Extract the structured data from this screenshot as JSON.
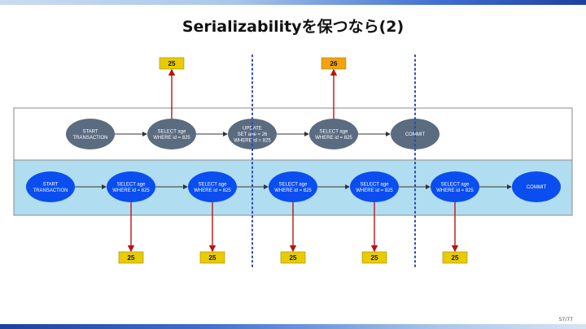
{
  "slide": {
    "title": "Serializabilityを保つなら(2)",
    "page": "57/77"
  },
  "colors": {
    "lane1_bg": "#ffffff",
    "lane2_bg": "#b0ddf0",
    "gray_node": "#5b6b80",
    "blue_node": "#0a4ef0",
    "value_box": "#e8cc00",
    "highlight_box": "#f2a30f",
    "red_arrow": "#b81414",
    "divider": "#2a47b8"
  },
  "diagram": {
    "top_lane": {
      "nodes": [
        [
          "START",
          "TRANSACTION"
        ],
        [
          "SELECT age",
          "WHERE id = 825"
        ],
        [
          "UPDATE",
          "SET age = 26",
          "WHERE id = 825"
        ],
        [
          "SELECT age",
          "WHERE id = 825"
        ],
        [
          "COMMIT"
        ]
      ],
      "reads": [
        {
          "node": 1,
          "value": "25",
          "highlight": false
        },
        {
          "node": 3,
          "value": "26",
          "highlight": true
        }
      ]
    },
    "bottom_lane": {
      "nodes": [
        [
          "START",
          "TRANSACTION"
        ],
        [
          "SELECT age",
          "WHERE id = 825"
        ],
        [
          "SELECT age",
          "WHERE id = 825"
        ],
        [
          "SELECT age",
          "WHERE id = 825"
        ],
        [
          "SELECT age",
          "WHERE id = 825"
        ],
        [
          "SELECT age",
          "WHERE id = 825"
        ],
        [
          "COMMIT"
        ]
      ],
      "reads": [
        {
          "node": 1,
          "value": "25",
          "highlight": false
        },
        {
          "node": 2,
          "value": "25",
          "highlight": false
        },
        {
          "node": 3,
          "value": "25",
          "highlight": false
        },
        {
          "node": 4,
          "value": "25",
          "highlight": false
        },
        {
          "node": 5,
          "value": "25",
          "highlight": false
        }
      ]
    }
  }
}
